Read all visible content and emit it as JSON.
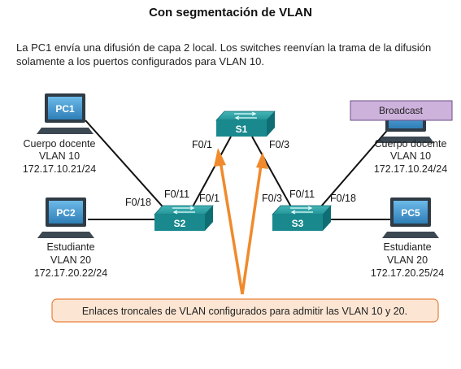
{
  "title": "Con segmentación de VLAN",
  "description": "La PC1 envía una difusión de capa 2 local. Los switches reenvían la trama de la difusión solamente a los puertos configurados para VLAN 10.",
  "colors": {
    "pc_blue": "#4ba0d6",
    "switch_teal": "#19898e",
    "link": "#111111",
    "arrow_orange": "#f08a2c",
    "callout_bg": "#fce6d3",
    "callout_border": "#e8803a",
    "broadcast_bg": "#cdb2dc",
    "broadcast_border": "#6e4c86"
  },
  "switches": {
    "s1": "S1",
    "s2": "S2",
    "s3": "S3"
  },
  "pcs": {
    "pc1": {
      "label": "PC1",
      "role": "Cuerpo docente",
      "vlan": "VLAN 10",
      "ip": "172.17.10.21/24"
    },
    "pc2": {
      "label": "PC2",
      "role": "Estudiante",
      "vlan": "VLAN 20",
      "ip": "172.17.20.22/24"
    },
    "pc4": {
      "role": "Cuerpo docente",
      "vlan": "VLAN 10",
      "ip": "172.17.10.24/24"
    },
    "pc5": {
      "label": "PC5",
      "role": "Estudiante",
      "vlan": "VLAN 20",
      "ip": "172.17.20.25/24"
    }
  },
  "ports": {
    "s1_left": "F0/1",
    "s1_right": "F0/3",
    "s2_f018": "F0/18",
    "s2_f011": "F0/11",
    "s2_f01": "F0/1",
    "s3_f03": "F0/3",
    "s3_f011": "F0/11",
    "s3_f018": "F0/18"
  },
  "broadcast_label": "Broadcast",
  "callout": "Enlaces troncales de VLAN configurados para admitir las VLAN 10 y 20."
}
